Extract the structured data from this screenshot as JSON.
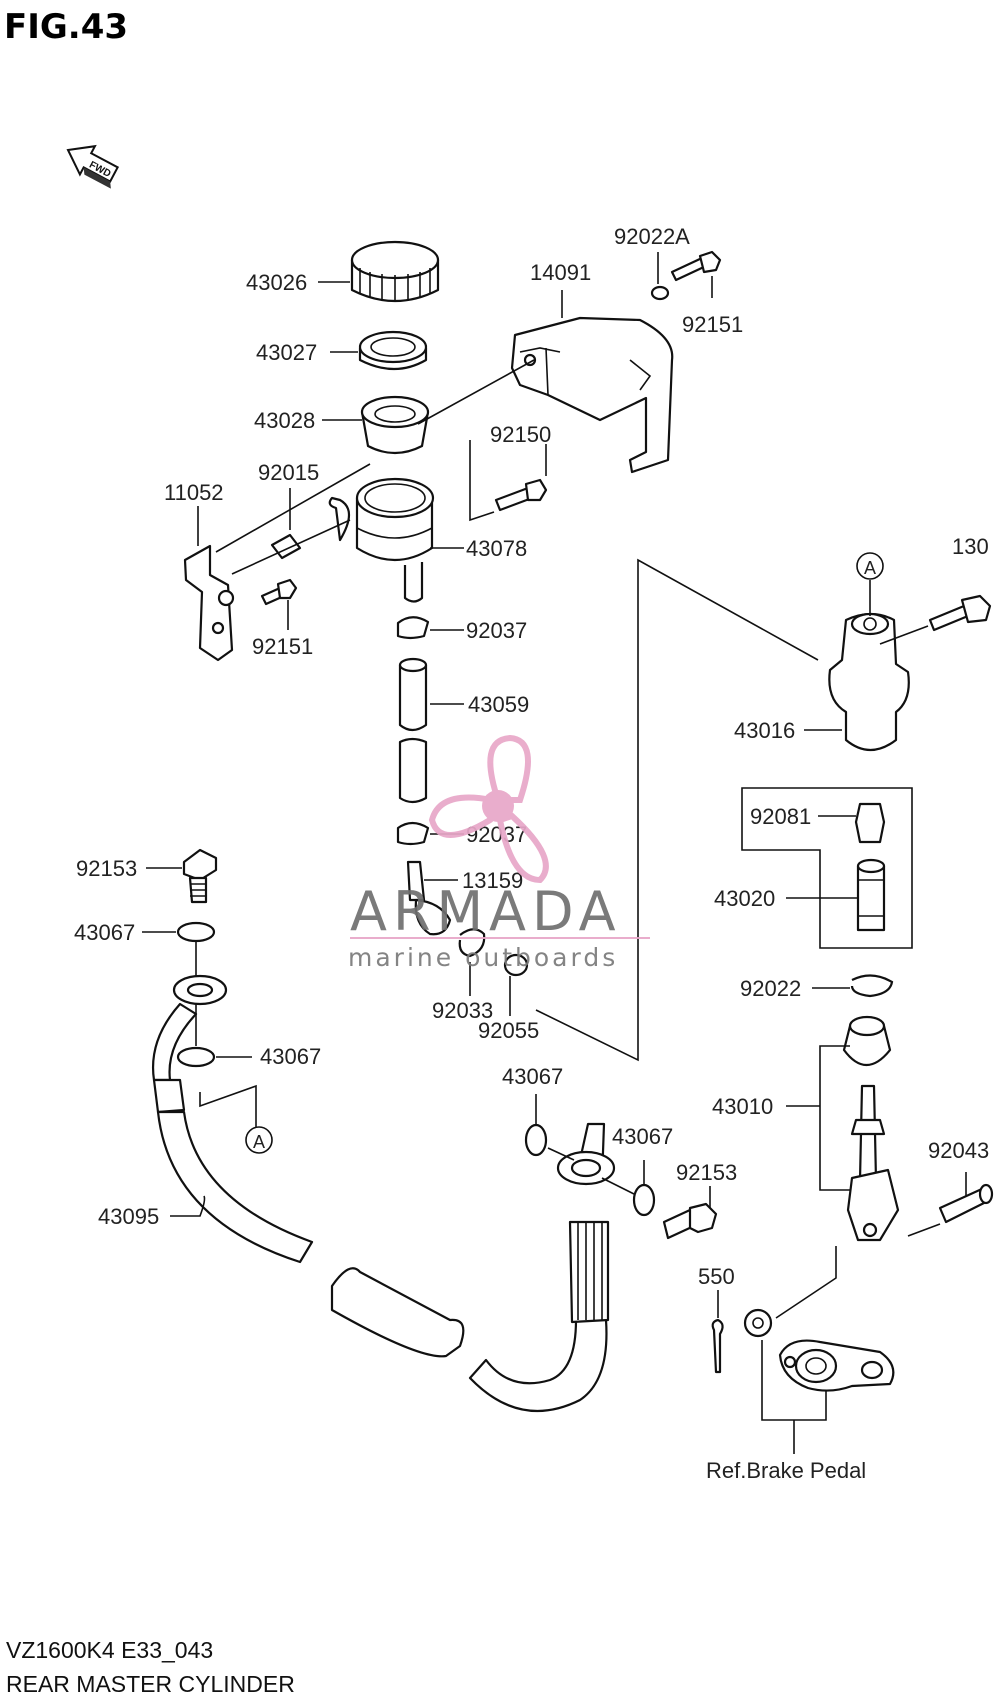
{
  "figure": {
    "title": "FIG.43",
    "fwd_label": "FWD",
    "footer_code": "VZ1600K4 E33_043",
    "footer_name": "REAR MASTER CYLINDER",
    "ref_note": "Ref.Brake Pedal",
    "marker_A": "A"
  },
  "parts": {
    "p43026": "43026",
    "p43027": "43027",
    "p43028": "43028",
    "p14091": "14091",
    "p92022A": "92022A",
    "p92151_top": "92151",
    "p92150": "92150",
    "p11052": "11052",
    "p92015": "92015",
    "p43078": "43078",
    "p92151_left": "92151",
    "p92037_top": "92037",
    "p43059": "43059",
    "p92037_bot": "92037",
    "p13159": "13159",
    "p92033": "92033",
    "p92055": "92055",
    "p130": "130",
    "p43016": "43016",
    "p92081": "92081",
    "p43020": "43020",
    "p92022": "92022",
    "p43010": "43010",
    "p92043": "92043",
    "p92153_left": "92153",
    "p43067_a": "43067",
    "p43067_b": "43067",
    "p43067_c": "43067",
    "p43067_d": "43067",
    "p92153_right": "92153",
    "p43095": "43095",
    "p550": "550"
  },
  "watermark": {
    "brand": "ARMADA",
    "tagline": "marine outboards",
    "accent_color": "#e8a7c8",
    "logo": "propeller-icon"
  }
}
